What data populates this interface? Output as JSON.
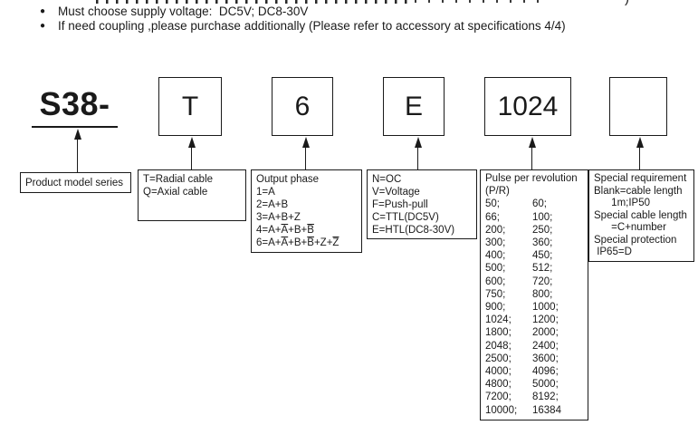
{
  "ink_color": "#1a1a1a",
  "top_fragment": {
    "tail": ")"
  },
  "notes": [
    "Must choose supply voltage:  DC5V; DC8-30V",
    "If need coupling ,please purchase additionally (Please refer to accessory at specifications 4/4)"
  ],
  "columns": [
    {
      "id": "product-model-series",
      "code": "S38-",
      "desc_lines": [
        "Product model series"
      ]
    },
    {
      "id": "cable-direction",
      "code": "T",
      "desc_lines": [
        "T=Radial cable",
        "Q=Axial cable"
      ]
    },
    {
      "id": "output-phase",
      "code": "6",
      "desc_lines": [
        "Output phase",
        "1=A",
        "2=A+B",
        "3=A+B+Z",
        "4=A+[A]+B+[B]",
        "6=A+[A]+B+[B]+Z+[Z]"
      ]
    },
    {
      "id": "output-circuit",
      "code": "E",
      "desc_lines": [
        "N=OC",
        "V=Voltage",
        "F=Push-pull",
        "C=TTL(DC5V)",
        "E=HTL(DC8-30V)"
      ]
    },
    {
      "id": "pulse-per-revolution",
      "code": "1024",
      "desc_lines": [
        "Pulse per revolution",
        "(P/R)"
      ],
      "plr_rows": [
        [
          "50;",
          "60;"
        ],
        [
          "66;",
          "100;"
        ],
        [
          "200;",
          "250;"
        ],
        [
          "300;",
          "360;"
        ],
        [
          "400;",
          "450;"
        ],
        [
          "500;",
          "512;"
        ],
        [
          "600;",
          "720;"
        ],
        [
          "750;",
          "800;"
        ],
        [
          "900;",
          "1000;"
        ],
        [
          "1024;",
          "1200;"
        ],
        [
          "1800;",
          "2000;"
        ],
        [
          "2048;",
          "2400;"
        ],
        [
          "2500;",
          "3600;"
        ],
        [
          "4000;",
          "4096;"
        ],
        [
          "4800;",
          "5000;"
        ],
        [
          "7200;",
          "8192;"
        ],
        [
          "10000;",
          "16384"
        ]
      ]
    },
    {
      "id": "special-requirement",
      "code": "",
      "desc_lines": [
        "Special requirement",
        "Blank=cable length",
        "      1m;IP50",
        "Special cable length",
        "      =C+number",
        "Special protection",
        " IP65=D"
      ]
    }
  ]
}
